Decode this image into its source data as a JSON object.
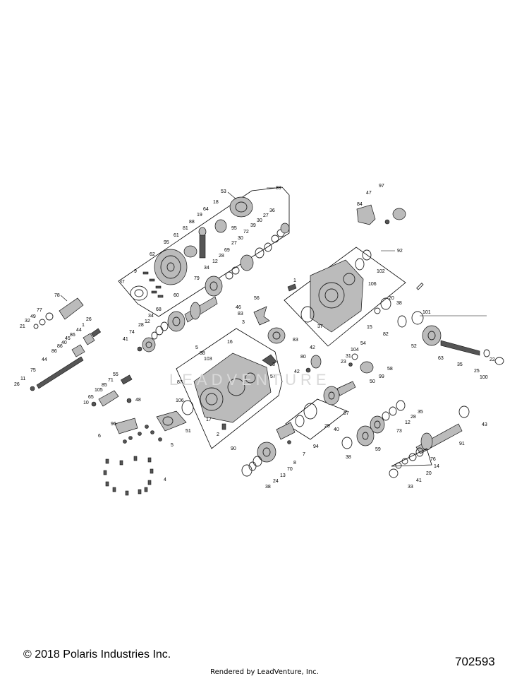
{
  "footer": {
    "copyright": "© 2018 Polaris Industries Inc.",
    "diagram_number": "702593",
    "credit": "Rendered by LeadVenture, Inc."
  },
  "watermark": "LEADVENTURE",
  "callouts": {
    "c89": "89",
    "c53": "53",
    "c18": "18",
    "c64": "64",
    "c19": "19",
    "c95a": "95",
    "c88a": "88",
    "c81": "81",
    "c61": "61",
    "c95b": "95",
    "c62": "62",
    "c9": "9",
    "c37a": "37",
    "c36": "36",
    "c27a": "27",
    "c30a": "30",
    "c39": "39",
    "c72": "72",
    "c30b": "30",
    "c27b": "27",
    "c69": "69",
    "c28a": "28",
    "c12a": "12",
    "c34a": "34",
    "c79": "79",
    "c60": "60",
    "c68": "68",
    "c12b": "12",
    "c34b": "34",
    "c28b": "28",
    "c74": "74",
    "c41a": "41",
    "c78": "78",
    "c77": "77",
    "c49": "49",
    "c32": "32",
    "c21": "21",
    "c26a": "26",
    "c1a": "1",
    "c44a": "44",
    "c86a": "86",
    "c45": "45",
    "c40a": "40",
    "c86b": "86",
    "c86c": "86",
    "c44b": "44",
    "c75": "75",
    "c11": "11",
    "c26b": "26",
    "c55": "55",
    "c71": "71",
    "c85": "85",
    "c105": "105",
    "c65": "65",
    "c10": "10",
    "c48": "48",
    "c96": "96",
    "c6": "6",
    "c51": "51",
    "c5a": "5",
    "c4": "4",
    "c16": "16",
    "c5b": "5",
    "c88b": "88",
    "c103": "103",
    "c87a": "87",
    "c106a": "106",
    "c17": "17",
    "c57": "57",
    "c3a": "3",
    "c2": "2",
    "c90": "90",
    "c46": "46",
    "c83a": "83",
    "c3b": "3",
    "c56": "56",
    "c83b": "83",
    "c97": "97",
    "c47": "47",
    "c84": "84",
    "c92": "92",
    "c1b": "1",
    "c102": "102",
    "c106b": "106",
    "c37b": "37",
    "c20a": "20",
    "c38a": "38",
    "c15": "15",
    "c82": "82",
    "c101": "101",
    "c52": "52",
    "c63": "63",
    "c22": "22",
    "c35a": "35",
    "c25": "25",
    "c100": "100",
    "c42a": "42",
    "c80": "80",
    "c42b": "42",
    "c54": "54",
    "c104": "104",
    "c31": "31",
    "c23": "23",
    "c58": "58",
    "c99": "99",
    "c50": "50",
    "c87b": "87",
    "c29": "29",
    "c40b": "40",
    "c94": "94",
    "c7": "7",
    "c8": "8",
    "c70": "70",
    "c13": "13",
    "c24": "24",
    "c38b": "38",
    "c35b": "35",
    "c28c": "28",
    "c12c": "12",
    "c73": "73",
    "c59": "59",
    "c38c": "38",
    "c43": "43",
    "c91": "91",
    "c76": "76",
    "c14": "14",
    "c20b": "20",
    "c41b": "41",
    "c33": "33"
  }
}
